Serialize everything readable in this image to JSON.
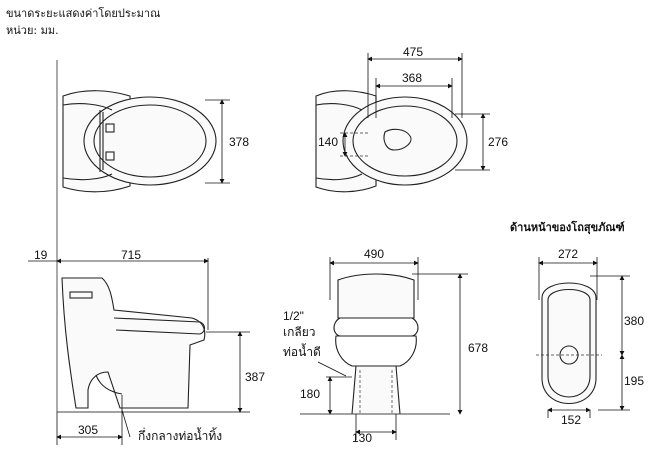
{
  "notes": {
    "line1": "ขนาดระยะแสดงค่าโดยประมาณ",
    "line2": "หน่วย: มม."
  },
  "front_view_title": "ด้านหน้าของโถสุขภัณฑ์",
  "dimensions": {
    "top_left_width": "378",
    "top_right_length": "475",
    "top_right_bowl": "368",
    "top_right_width": "276",
    "top_right_hole": "140",
    "side_offset": "19",
    "side_length": "715",
    "side_height": "387",
    "side_rough_in": "305",
    "center_width": "490",
    "center_height": "678",
    "center_supply_height": "180",
    "center_base": "130",
    "right_width": "272",
    "right_upper": "380",
    "right_lower": "195",
    "right_base": "152"
  },
  "labels": {
    "supply_size": "1/2\"",
    "thread": "เกลียว",
    "water_pipe": "ท่อน้ำดี",
    "drain_center": "กึ่งกลางท่อน้ำทิ้ง"
  }
}
